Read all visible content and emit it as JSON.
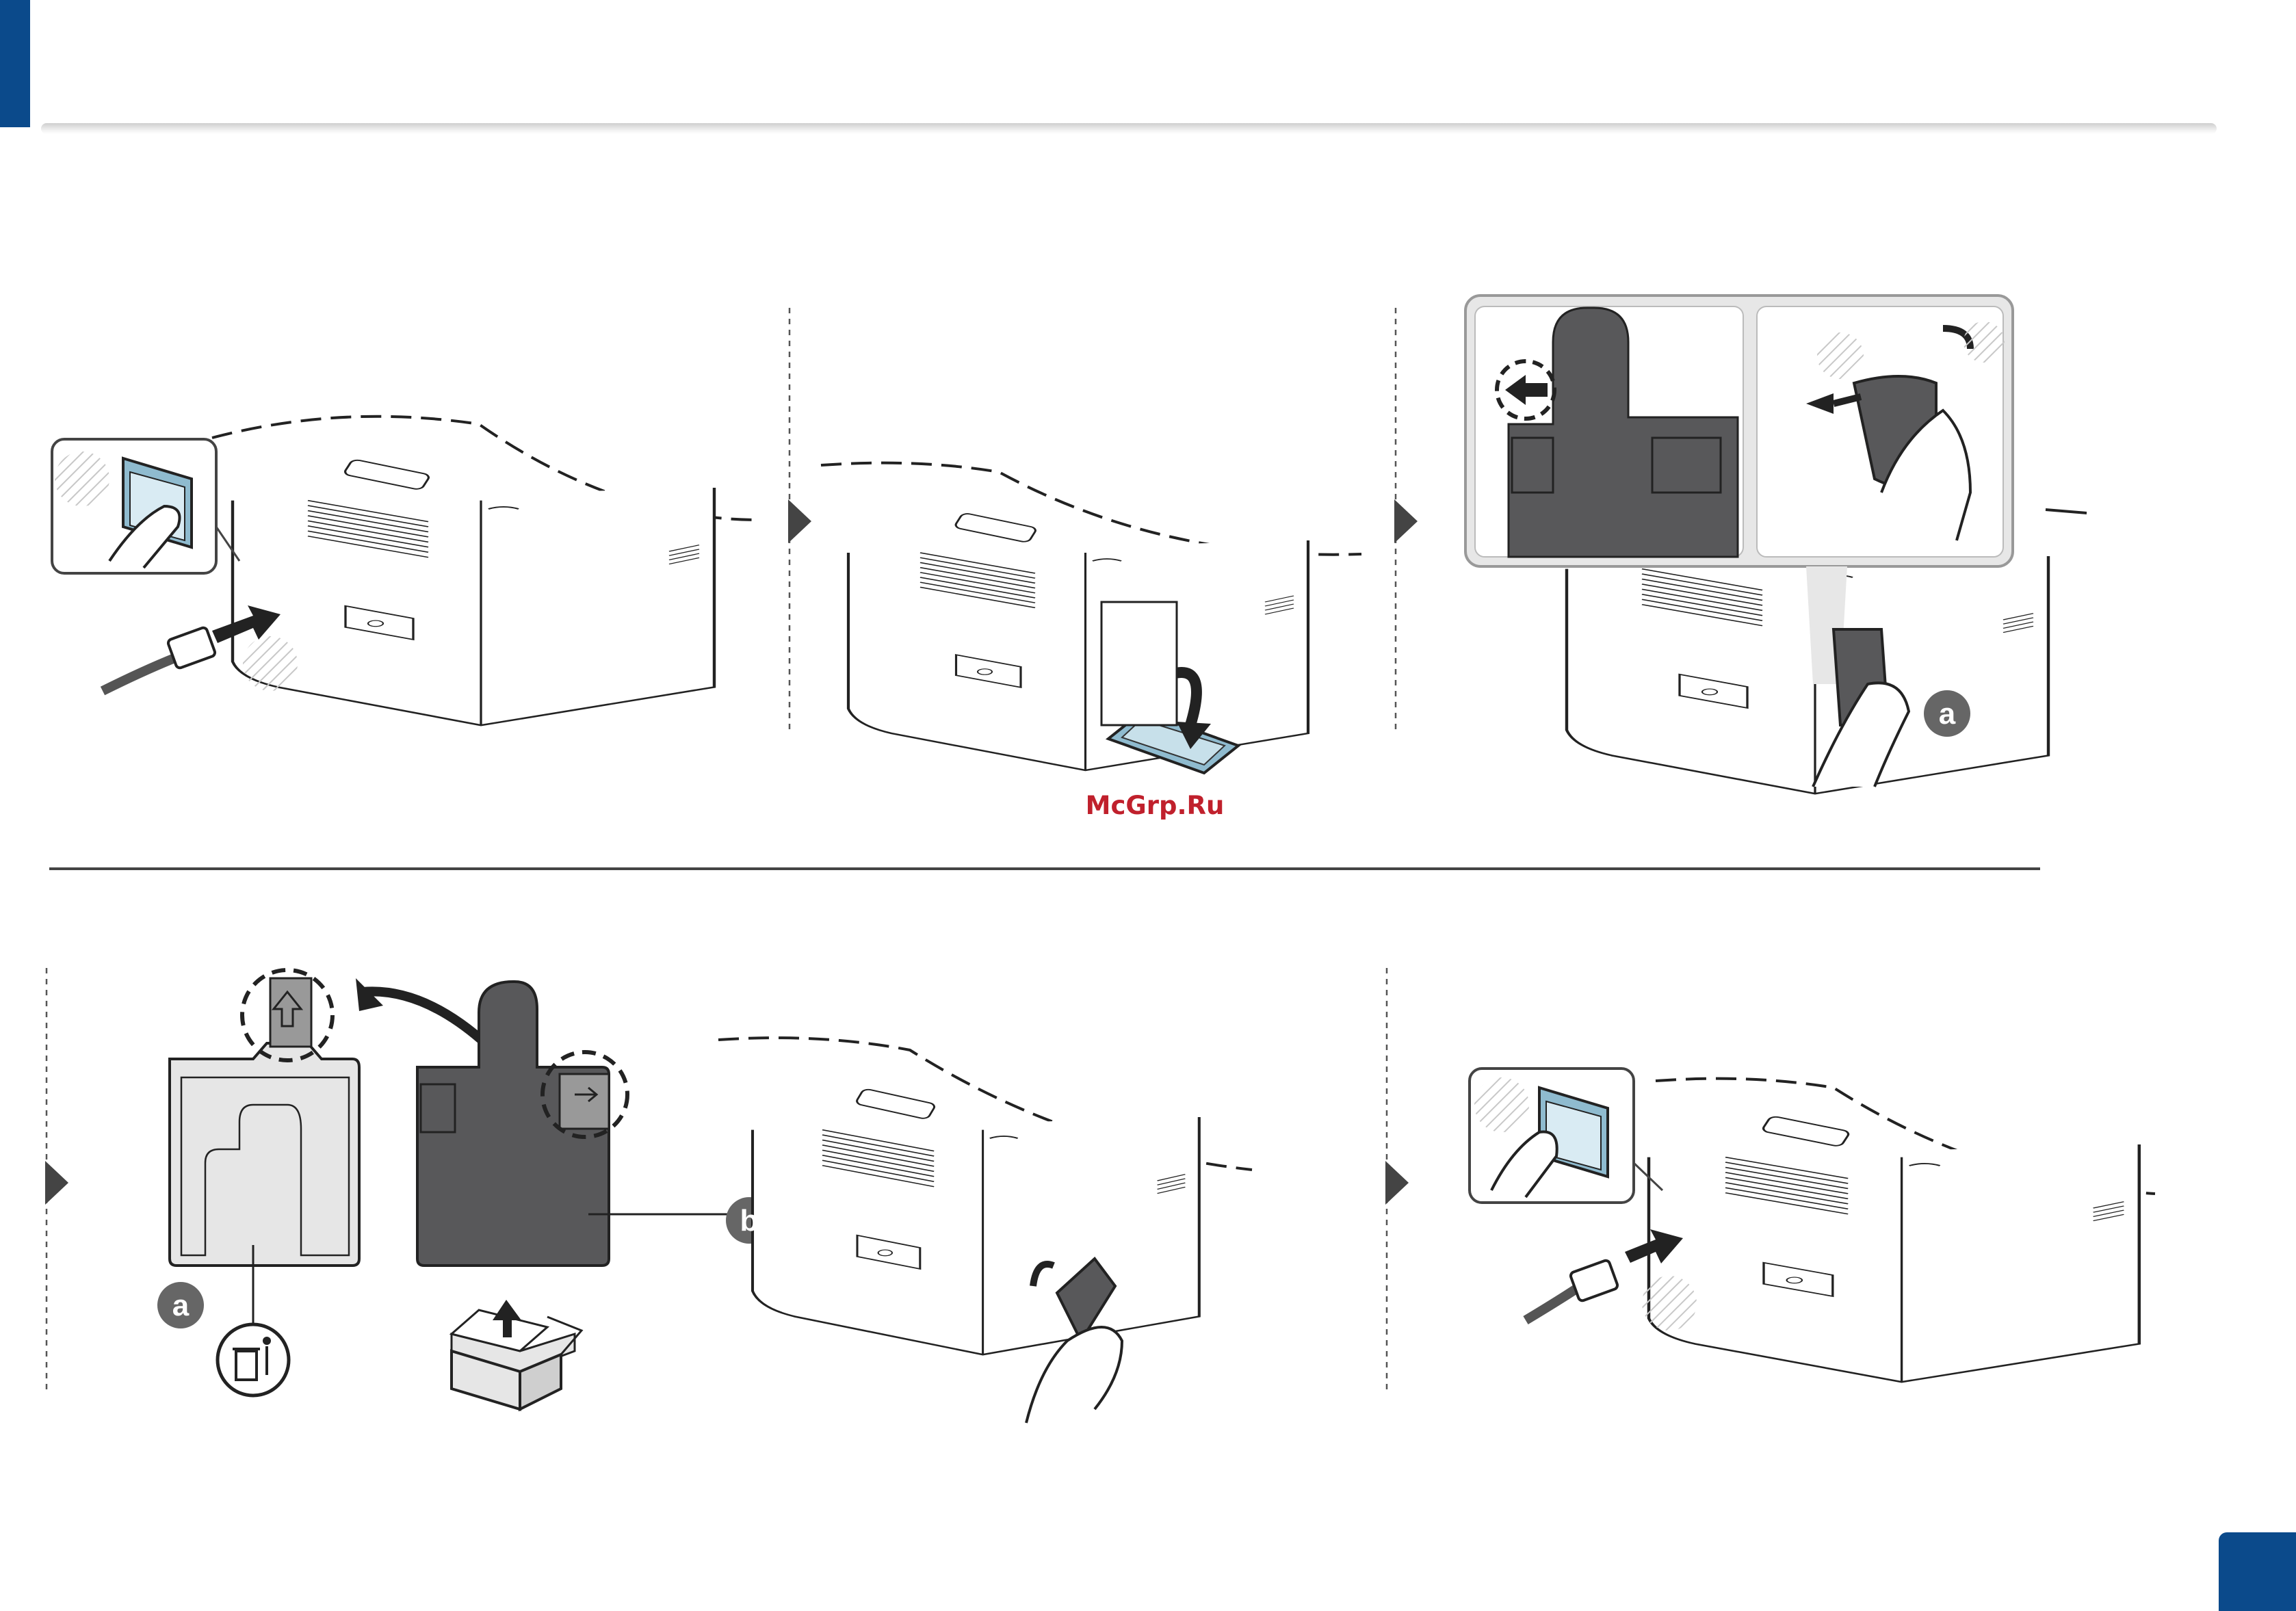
{
  "watermark": {
    "text": "McGrp.Ru",
    "color": "#c0202c"
  },
  "callouts": {
    "step3_label": "a",
    "bottle_label": "a",
    "toner_label": "b"
  },
  "icons": [
    "power-switch-off",
    "power-cord-unplug",
    "waste-bin-cover-open",
    "waste-bin-remove",
    "bin-cap",
    "recycle-bin",
    "new-box",
    "power-switch-on",
    "power-cord-plug"
  ],
  "colors": {
    "accent": "#0b4a8b",
    "dark_part": "#58585a",
    "bottle_fill": "#e6e6e6",
    "badge": "#666666",
    "switch_blue": "#8fbbcf"
  }
}
